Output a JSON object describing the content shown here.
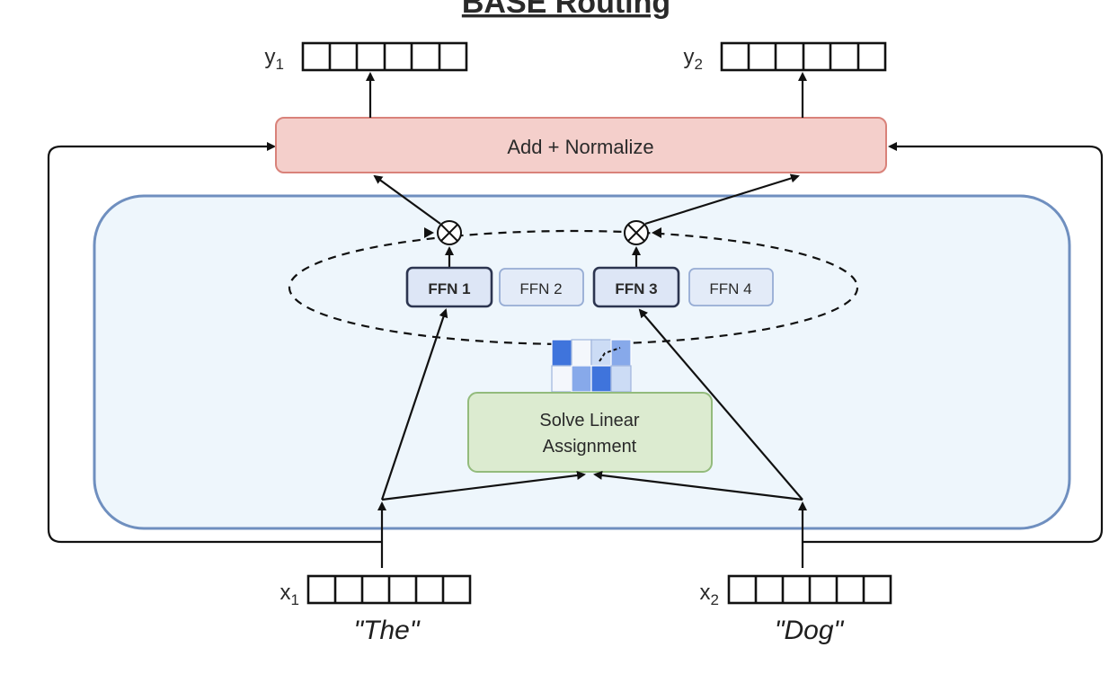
{
  "title": "BASE Routing",
  "outputs": [
    {
      "symbol": "y",
      "subscript": "1"
    },
    {
      "symbol": "y",
      "subscript": "2"
    }
  ],
  "inputs": [
    {
      "symbol": "x",
      "subscript": "1",
      "token": "\"The\""
    },
    {
      "symbol": "x",
      "subscript": "2",
      "token": "\"Dog\""
    }
  ],
  "add_normalize": "Add + Normalize",
  "experts": [
    {
      "label": "FFN 1",
      "selected": true
    },
    {
      "label": "FFN 2",
      "selected": false
    },
    {
      "label": "FFN 3",
      "selected": true
    },
    {
      "label": "FFN 4",
      "selected": false
    }
  ],
  "assignment": {
    "line1": "Solve Linear",
    "line2": "Assignment"
  },
  "multiply_symbol": "⊗",
  "colors": {
    "add_norm_fill": "#f4cfcb",
    "add_norm_stroke": "#d9827a",
    "routing_fill": "#eef6fc",
    "routing_stroke": "#6f8fbf",
    "assignment_fill": "#dcebd0",
    "assignment_stroke": "#93bb7c",
    "expert_selected_fill": "#dde6f6",
    "expert_selected_stroke": "#2c3550",
    "expert_unselected_fill": "#e3ebf8",
    "expert_unselected_stroke": "#96acd4",
    "matrix_dark": "#3f74dc",
    "matrix_mid": "#87a9ea",
    "matrix_light": "#ccdcf5",
    "matrix_white": "#f4f7fc"
  }
}
